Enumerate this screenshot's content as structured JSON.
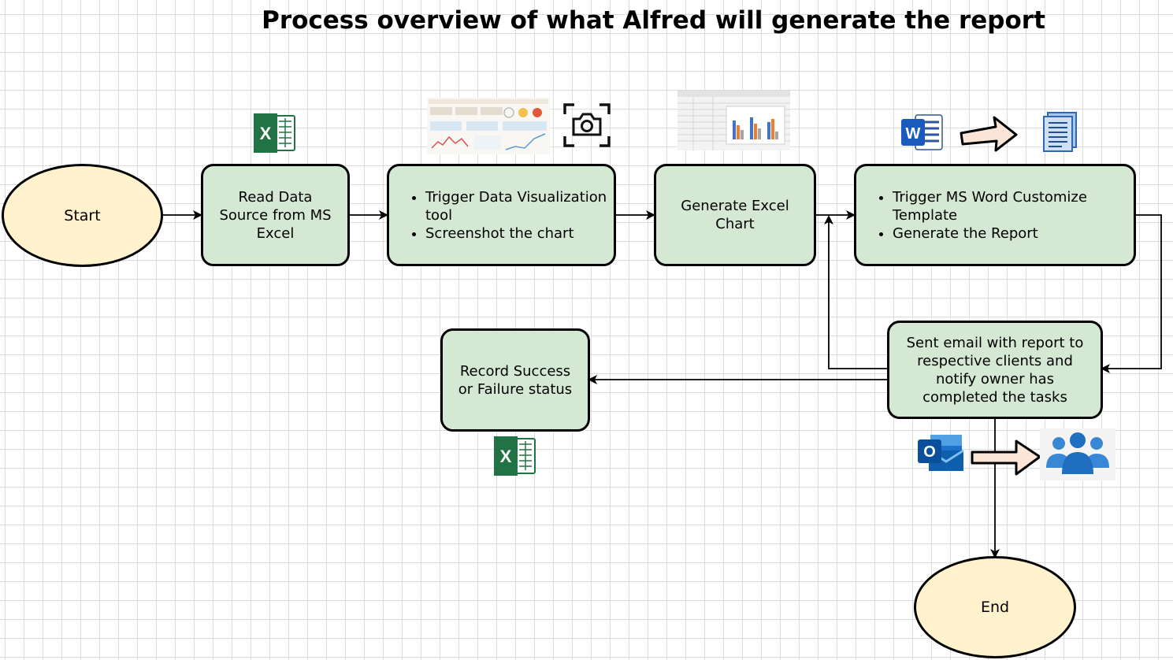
{
  "title": "Process overview of what Alfred will generate the report",
  "colors": {
    "process_fill": "#d5e8d4",
    "terminal_fill": "#fff2cc",
    "stroke": "#000000",
    "excel_green": "#217346",
    "word_blue": "#2b579a",
    "arrow_fill": "#fbe5d6"
  },
  "nodes": {
    "start": "Start",
    "read_data": "Read Data Source from MS Excel",
    "trigger_viz": {
      "items": [
        "Trigger Data Visualization tool",
        "Screenshot the chart"
      ]
    },
    "generate_chart": "Generate Excel Chart",
    "trigger_word": {
      "items": [
        "Trigger MS Word Customize Template",
        "Generate the Report"
      ]
    },
    "send_email": "Sent email with report to respective clients and notify owner has completed the tasks",
    "record_status": "Record Success or Failure status",
    "end": "End"
  },
  "icons": {
    "excel_top": "excel-icon",
    "dashboard": "dashboard-thumbnail",
    "camera": "camera-icon",
    "excel_chart": "excel-chart-thumbnail",
    "word": "word-icon",
    "arrow_word": "right-arrow-icon",
    "document": "document-icon",
    "outlook": "outlook-icon",
    "arrow_outlook": "right-arrow-icon",
    "team": "team-icon",
    "excel_bottom": "excel-icon",
    "excel_letter": "X",
    "word_letter": "W",
    "outlook_letter": "O"
  }
}
